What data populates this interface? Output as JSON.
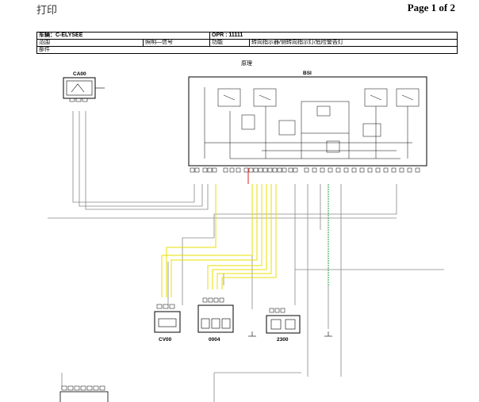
{
  "header": {
    "print_label": "打印",
    "page_number": "Page 1 of 2"
  },
  "info_table": {
    "vehicle_label": "车辆：C-ELYSEE",
    "opr_label": "OPR : 11111",
    "scope_label": "范围",
    "explain_label": "照明—信号",
    "function_label": "功能",
    "function_value": "转向指示器/侧转向指示灯/危险警告灯",
    "part_label": "部件"
  },
  "diagram": {
    "section_title": "原理",
    "components": {
      "ca00": "CA00",
      "bsi": "BSI",
      "cv00": "CV00",
      "c0004": "0004",
      "c2300": "2300"
    },
    "wire_colors": {
      "yellow": "#e8e000",
      "red": "#d82020",
      "green": "#2a9a3a",
      "grey": "#888888"
    }
  }
}
